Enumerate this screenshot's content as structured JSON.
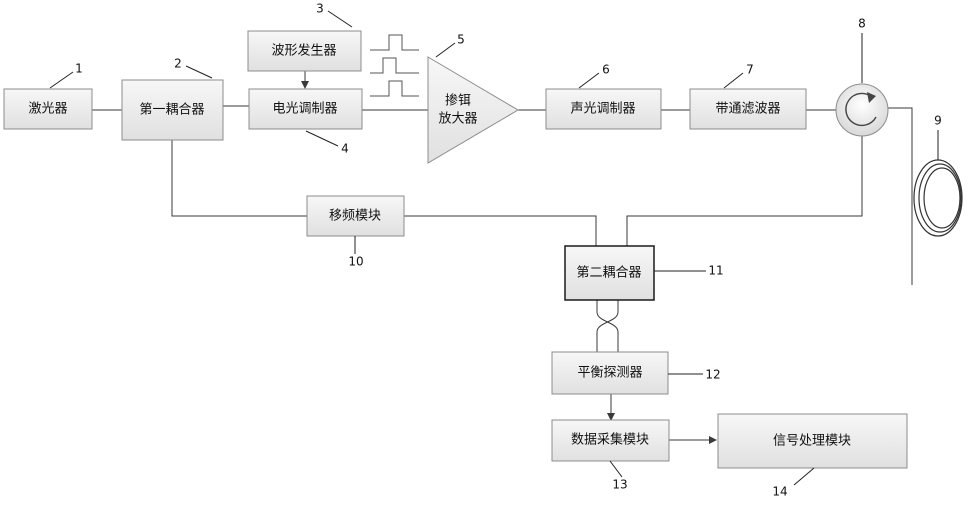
{
  "components": {
    "laser": "激光器",
    "coupler1": "第一耦合器",
    "waveform_generator": "波形发生器",
    "eo_modulator": "电光调制器",
    "edfa_line1": "掺铒",
    "edfa_line2": "放大器",
    "ao_modulator": "声光调制器",
    "bandpass_filter": "带通滤波器",
    "frequency_shift": "移频模块",
    "coupler2": "第二耦合器",
    "balanced_detector": "平衡探测器",
    "data_acquisition": "数据采集模块",
    "signal_processing": "信号处理模块"
  },
  "reference_numbers": {
    "n1": "1",
    "n2": "2",
    "n3": "3",
    "n4": "4",
    "n5": "5",
    "n6": "6",
    "n7": "7",
    "n8": "8",
    "n9": "9",
    "n10": "10",
    "n11": "11",
    "n12": "12",
    "n13": "13",
    "n14": "14"
  },
  "colors": {
    "box_top": "#f7f7f7",
    "box_bottom": "#e2e2e2",
    "line": "#3a3a3a"
  }
}
